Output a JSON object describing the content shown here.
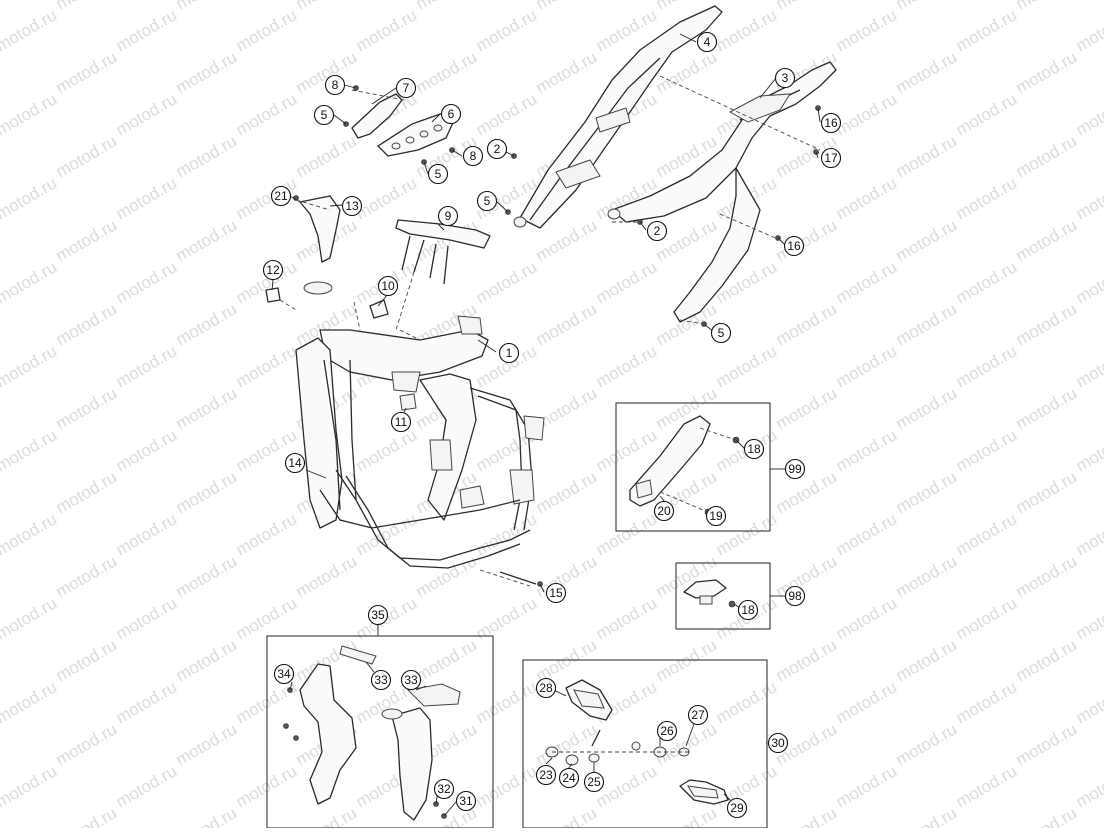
{
  "watermark": "motod.ru",
  "callouts": [
    {
      "id": "c1",
      "label": "1"
    },
    {
      "id": "c2a",
      "label": "2"
    },
    {
      "id": "c2b",
      "label": "2"
    },
    {
      "id": "c3",
      "label": "3"
    },
    {
      "id": "c4",
      "label": "4"
    },
    {
      "id": "c5a",
      "label": "5"
    },
    {
      "id": "c5b",
      "label": "5"
    },
    {
      "id": "c5c",
      "label": "5"
    },
    {
      "id": "c5d",
      "label": "5"
    },
    {
      "id": "c6",
      "label": "6"
    },
    {
      "id": "c7",
      "label": "7"
    },
    {
      "id": "c8a",
      "label": "8"
    },
    {
      "id": "c8b",
      "label": "8"
    },
    {
      "id": "c9",
      "label": "9"
    },
    {
      "id": "c10",
      "label": "10"
    },
    {
      "id": "c11",
      "label": "11"
    },
    {
      "id": "c12",
      "label": "12"
    },
    {
      "id": "c13",
      "label": "13"
    },
    {
      "id": "c14",
      "label": "14"
    },
    {
      "id": "c15",
      "label": "15"
    },
    {
      "id": "c16a",
      "label": "16"
    },
    {
      "id": "c16b",
      "label": "16"
    },
    {
      "id": "c17",
      "label": "17"
    },
    {
      "id": "c18a",
      "label": "18"
    },
    {
      "id": "c18b",
      "label": "18"
    },
    {
      "id": "c19",
      "label": "19"
    },
    {
      "id": "c20",
      "label": "20"
    },
    {
      "id": "c21",
      "label": "21"
    },
    {
      "id": "c23",
      "label": "23"
    },
    {
      "id": "c24",
      "label": "24"
    },
    {
      "id": "c25",
      "label": "25"
    },
    {
      "id": "c26",
      "label": "26"
    },
    {
      "id": "c27",
      "label": "27"
    },
    {
      "id": "c28",
      "label": "28"
    },
    {
      "id": "c29",
      "label": "29"
    },
    {
      "id": "c30",
      "label": "30"
    },
    {
      "id": "c31",
      "label": "31"
    },
    {
      "id": "c32",
      "label": "32"
    },
    {
      "id": "c33a",
      "label": "33"
    },
    {
      "id": "c33b",
      "label": "33"
    },
    {
      "id": "c34",
      "label": "34"
    },
    {
      "id": "c35",
      "label": "35"
    },
    {
      "id": "c98",
      "label": "98"
    },
    {
      "id": "c99",
      "label": "99"
    }
  ]
}
